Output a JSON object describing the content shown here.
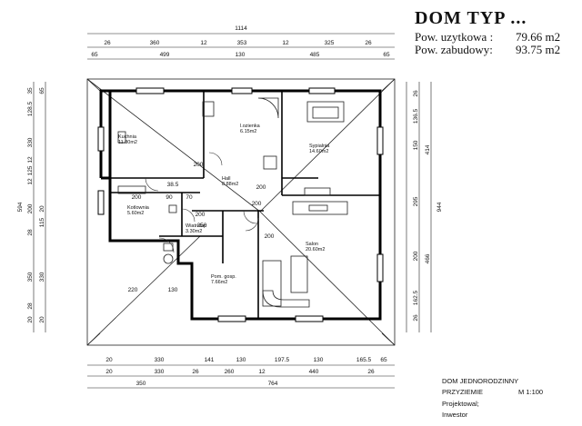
{
  "header": {
    "title": "DOM TYP ...",
    "usable_area_label": "Pow. uzytkowa :",
    "usable_area_value": "79.66 m2",
    "built_area_label": "Pow. zabudowy:",
    "built_area_value": "93.75 m2"
  },
  "title_block": {
    "project_name": "DOM JEDNORODZINNY",
    "floor": "PRZYZIEMIE",
    "scale": "M 1:100",
    "designer": "Projektowal;",
    "investor": "Inwestor"
  },
  "rooms": [
    {
      "name": "Kuchnia",
      "area": "11.80m2"
    },
    {
      "name": "l.ozienka",
      "area": "6.15m2"
    },
    {
      "name": "Sypialnia",
      "area": "14.60m2"
    },
    {
      "name": "Hall",
      "area": "8.88m2"
    },
    {
      "name": "Kotlownia",
      "area": "5.60m2"
    },
    {
      "name": "Wiatrolap",
      "area": "3.30m2"
    },
    {
      "name": "Salon",
      "area": "20.60m2"
    },
    {
      "name": "Pom. gosp.",
      "area": "7.66m2"
    }
  ],
  "dimensions": {
    "top_total": "1114",
    "top_row1": [
      "26",
      "360",
      "12",
      "353",
      "12",
      "325",
      "26"
    ],
    "top_row2": [
      "65",
      "499",
      "130",
      "485",
      "65"
    ],
    "left_total": "594",
    "left_row1": [
      "35",
      "128.5",
      "330",
      "12",
      "125",
      "12",
      "200",
      "28",
      "350",
      "28",
      "20"
    ],
    "left_row2": [
      "65",
      "20",
      "115",
      "330",
      "20"
    ],
    "right_row1": [
      "26",
      "136.5",
      "150",
      "295",
      "200",
      "162.5",
      "26"
    ],
    "right_row2": [
      "414",
      "466"
    ],
    "right_total": "944",
    "bottom_row1": [
      "20",
      "330",
      "141",
      "130",
      "197.5",
      "130",
      "165.5",
      "65"
    ],
    "bottom_row2": [
      "20",
      "330",
      "26",
      "260",
      "12",
      "440",
      "26"
    ],
    "bottom_row3": [
      "350",
      "764"
    ],
    "interior": [
      "200",
      "90",
      "70",
      "38.5",
      "220",
      "130",
      "200",
      "200",
      "200",
      "200",
      "200",
      "250"
    ]
  }
}
